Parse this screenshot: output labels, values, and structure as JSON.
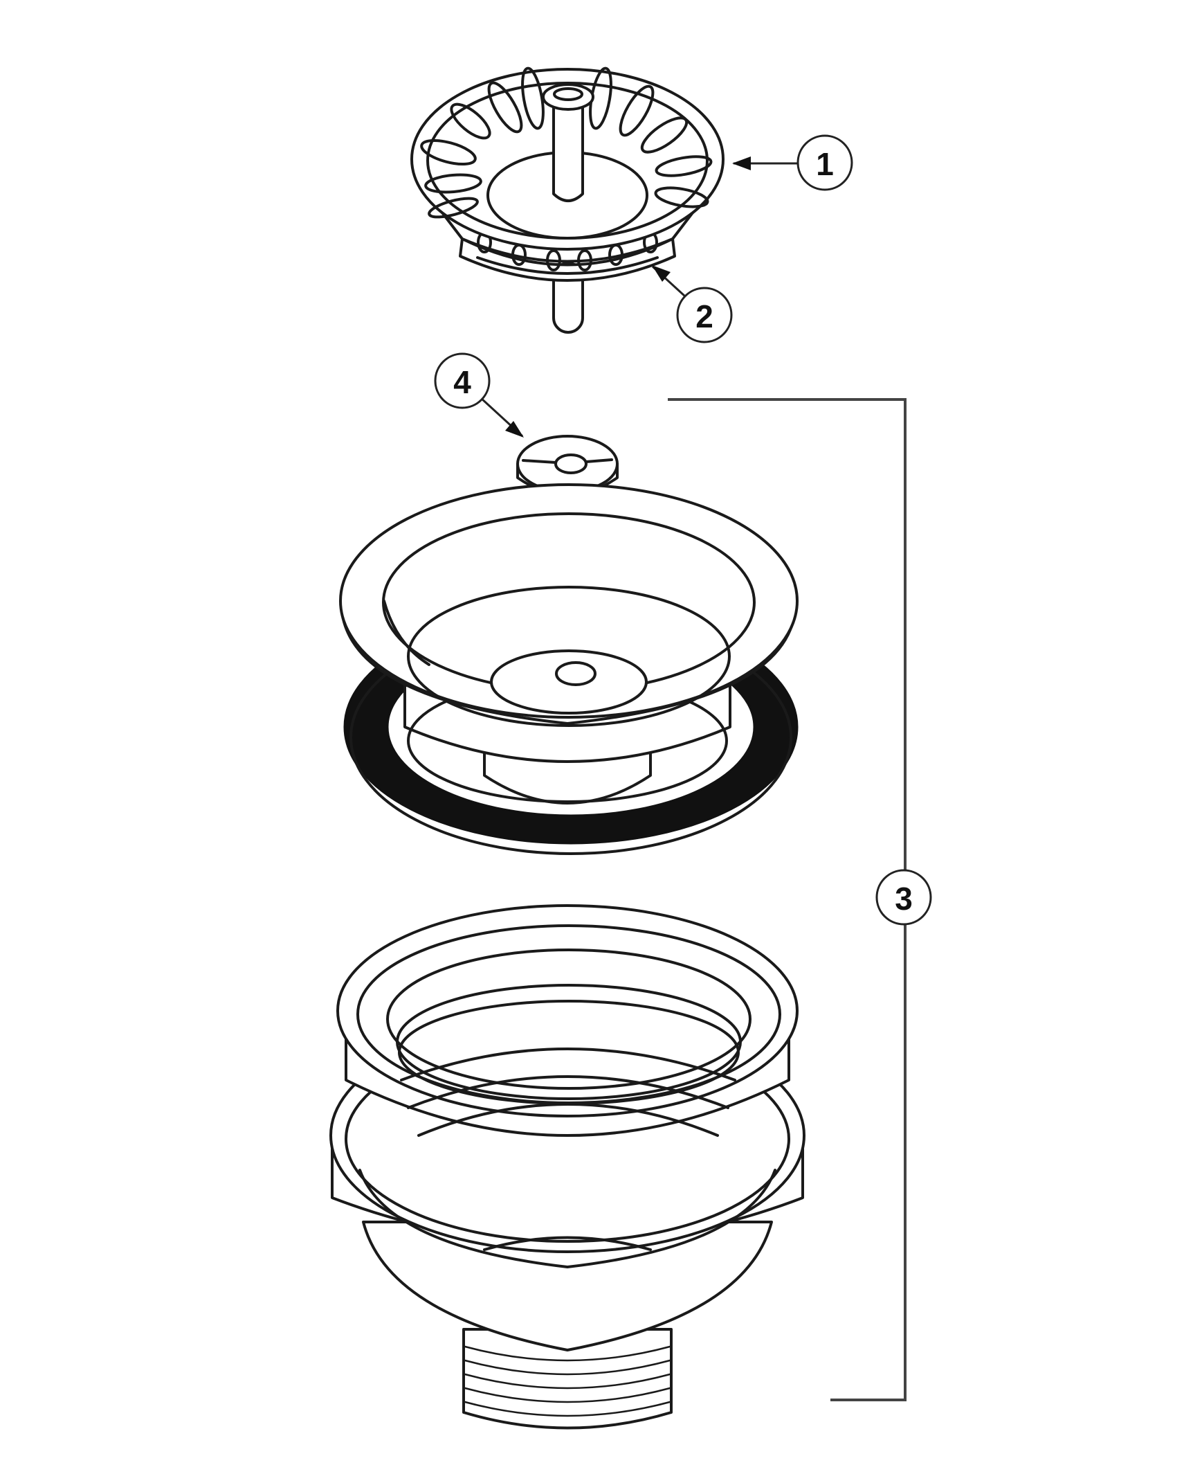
{
  "diagram": {
    "callouts": [
      {
        "id": "1",
        "label": "1"
      },
      {
        "id": "2",
        "label": "2"
      },
      {
        "id": "3",
        "label": "3"
      },
      {
        "id": "4",
        "label": "4"
      }
    ],
    "parts": [
      {
        "name": "strainer-basket",
        "callout": "1"
      },
      {
        "name": "basket-seal",
        "callout": "2"
      },
      {
        "name": "drain-body-assembly",
        "callout": "3"
      },
      {
        "name": "screw",
        "callout": "4"
      }
    ]
  }
}
